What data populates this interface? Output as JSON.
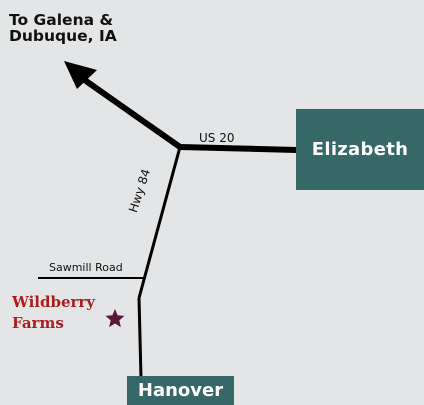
{
  "destination": {
    "line1": "To Galena &",
    "line2": "Dubuque, IA"
  },
  "towns": {
    "elizabeth": "Elizabeth",
    "hanover": "Hanover"
  },
  "roads": {
    "us20": "US 20",
    "hwy84": "Hwy 84",
    "sawmill": "Sawmill Road"
  },
  "farm": {
    "line1": "Wildberry",
    "line2": "Farms",
    "marker_icon": "star-icon"
  },
  "colors": {
    "background": "#e3e5e6",
    "town_box": "#356867",
    "road": "#000000",
    "farm_text": "#b01c1c",
    "farm_marker": "#5a1838"
  }
}
